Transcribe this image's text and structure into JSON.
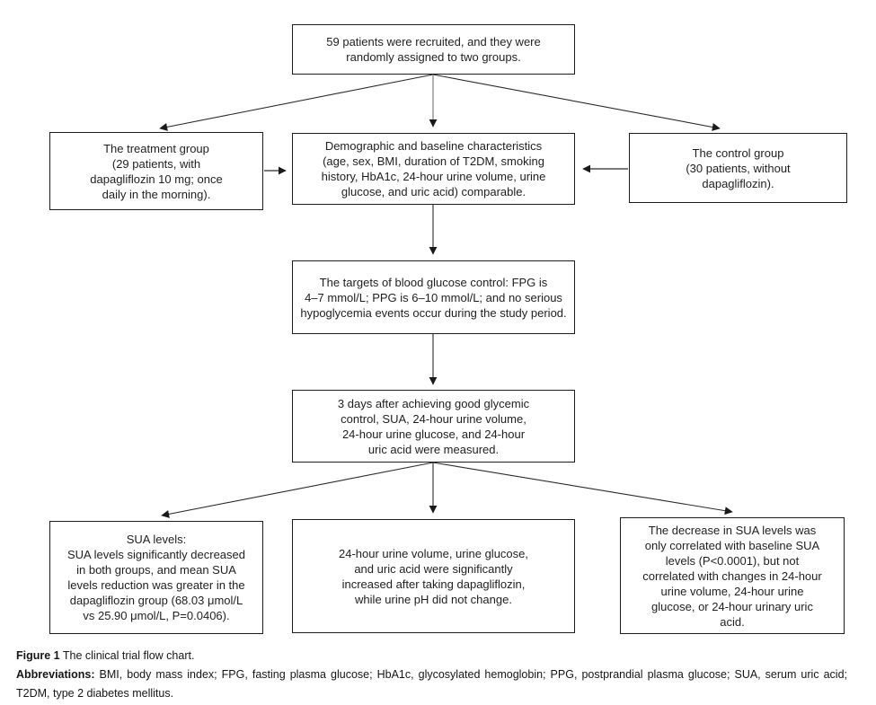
{
  "figure": {
    "caption_label": "Figure 1",
    "caption_text": " The clinical trial flow chart.",
    "abbreviations_label": "Abbreviations:",
    "abbreviations_text": " BMI, body mass index; FPG, fasting plasma glucose; HbA1c, glycosylated hemoglobin; PPG, postprandial plasma glucose; SUA, serum uric acid; T2DM, type 2 diabetes mellitus."
  },
  "flowchart": {
    "recruitment": {
      "lines": [
        "59 patients were recruited, and they were",
        "randomly assigned to two groups."
      ]
    },
    "treatment_group": {
      "lines": [
        "The treatment group",
        "(29 patients, with",
        "dapagliflozin 10 mg; once",
        "daily in the morning)."
      ]
    },
    "baseline_characteristics": {
      "lines": [
        "Demographic and baseline characteristics",
        "(age, sex, BMI, duration of T2DM, smoking",
        "history, HbA1c, 24-hour urine volume, urine",
        "glucose, and uric acid) comparable."
      ]
    },
    "control_group": {
      "lines": [
        "The control group",
        "(30 patients, without",
        "dapagliflozin)."
      ]
    },
    "glucose_targets": {
      "lines": [
        "The targets of blood glucose control: FPG is",
        "4–7 mmol/L; PPG is 6–10 mmol/L; and no serious",
        "hypoglycemia events occur during the study period."
      ]
    },
    "measurement": {
      "lines": [
        "3 days after achieving good glycemic",
        "control, SUA, 24-hour urine volume,",
        "24-hour urine glucose, and 24-hour",
        "uric acid were measured."
      ]
    },
    "sua_result": {
      "lines": [
        "SUA levels:",
        "SUA levels significantly decreased",
        "in both groups, and mean SUA",
        "levels reduction was greater in the",
        "dapagliflozin group (68.03 μmol/L",
        "vs 25.90 μmol/L, P=0.0406)."
      ]
    },
    "urine_result": {
      "lines": [
        "24-hour urine volume, urine glucose,",
        "and uric acid were significantly",
        "increased after taking dapagliflozin,",
        "while urine pH did not change."
      ]
    },
    "correlation_result": {
      "lines": [
        "The decrease in SUA levels was",
        "only correlated with baseline SUA",
        "levels (P<0.0001), but not",
        "correlated with changes in 24-hour",
        "urine volume, 24-hour urine",
        "glucose, or 24-hour urinary uric",
        "acid."
      ]
    }
  },
  "colors": {
    "background": "#ffffff",
    "box_border": "#1c1c1c",
    "text": "#1f1f1f",
    "arrow": "#2b2b2b",
    "arrow_gray": "#9e9e9e",
    "arrowhead": "#1a1a1a"
  }
}
